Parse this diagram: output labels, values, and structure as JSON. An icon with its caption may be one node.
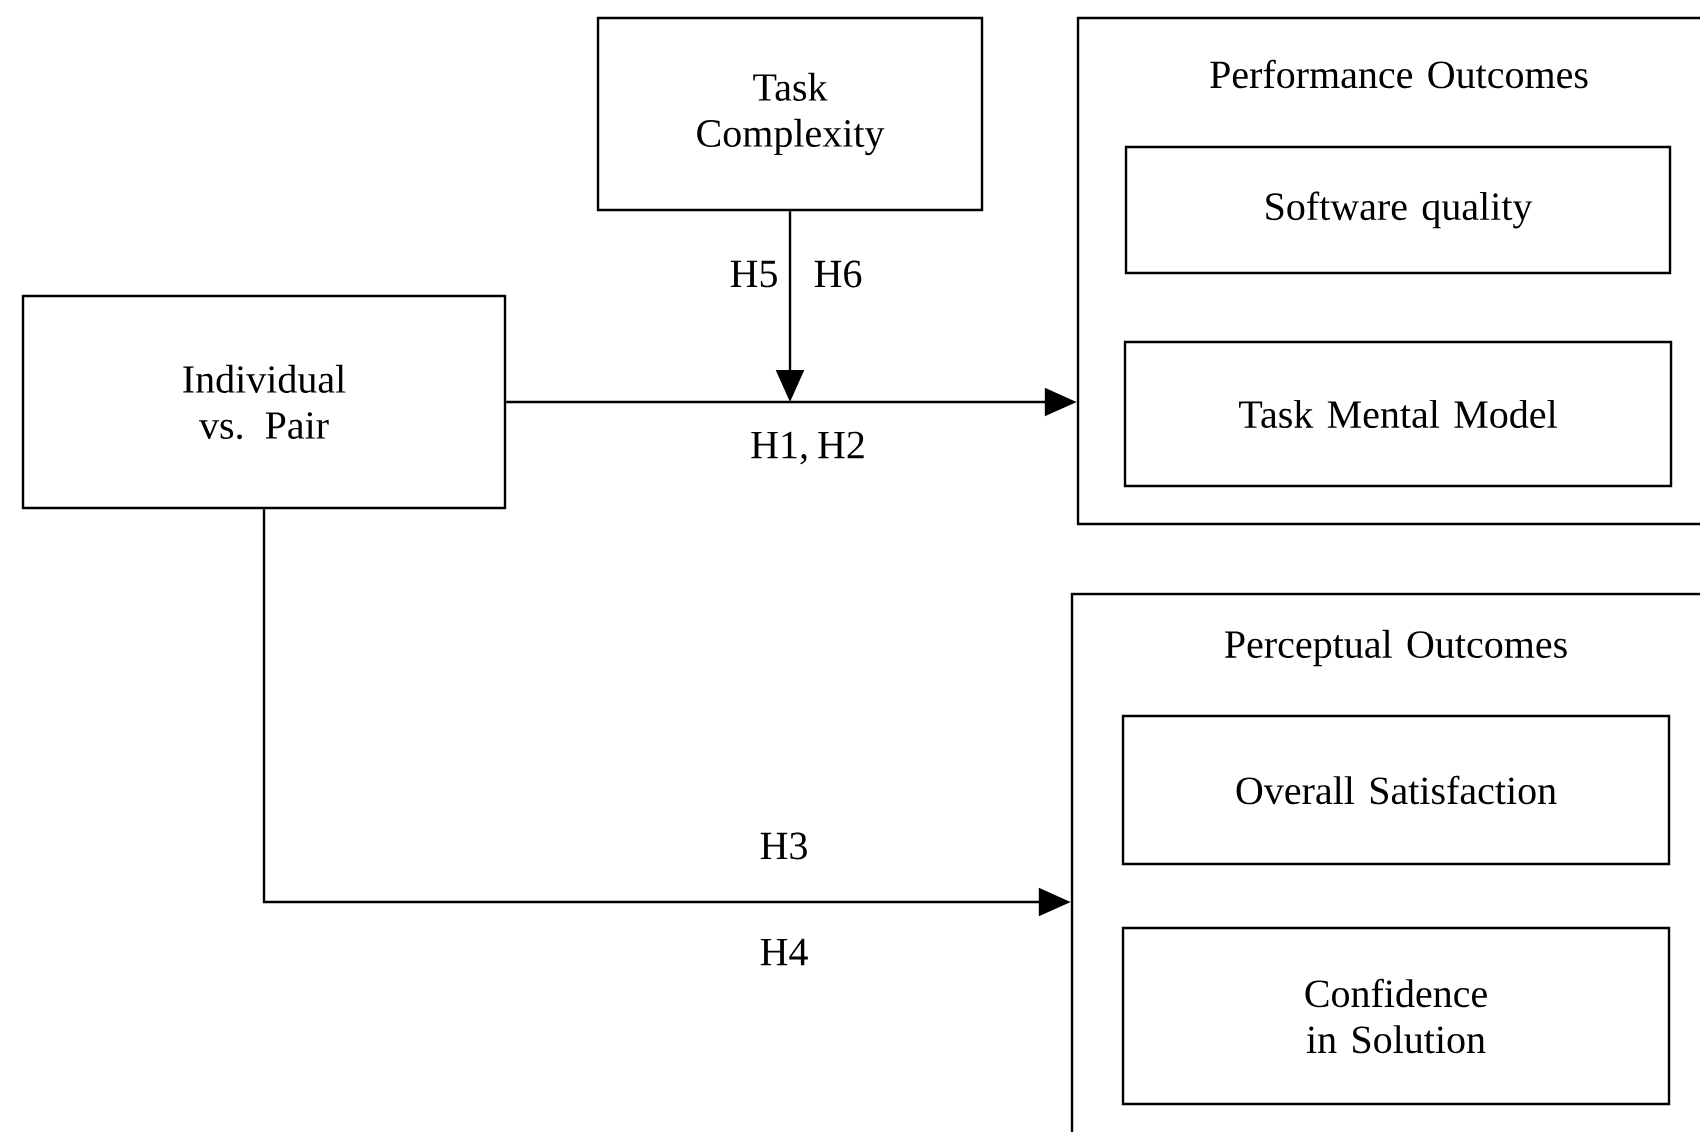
{
  "diagram": {
    "nodes": [
      {
        "text": [
          "Individual vs. Pair"
        ]
      },
      {
        "text": [
          "Task Complexity"
        ]
      },
      {
        "text": [
          "Performance Outcomes"
        ]
      },
      {
        "text": [
          "Software quality"
        ],
        "in": 2
      },
      {
        "text": [
          "Task Mental Model"
        ],
        "in": 2
      },
      {
        "text": [
          "Perceptual Outcomes"
        ]
      },
      {
        "text": [
          "Overall Satisfaction"
        ],
        "in": 5
      },
      {
        "text": [
          "Confidence in Solution"
        ],
        "in": 5
      }
    ],
    "edges": [
      {
        "from": 0,
        "to": 2,
        "arrow": "to",
        "label": "H1, H2"
      },
      {
        "from": 1,
        "to": null,
        "arrow": "to"
      },
      {
        "from": 0,
        "to": 5,
        "arrow": "to",
        "label": "H3"
      }
    ],
    "labels": [
      "H5",
      "H6",
      "H4"
    ]
  }
}
